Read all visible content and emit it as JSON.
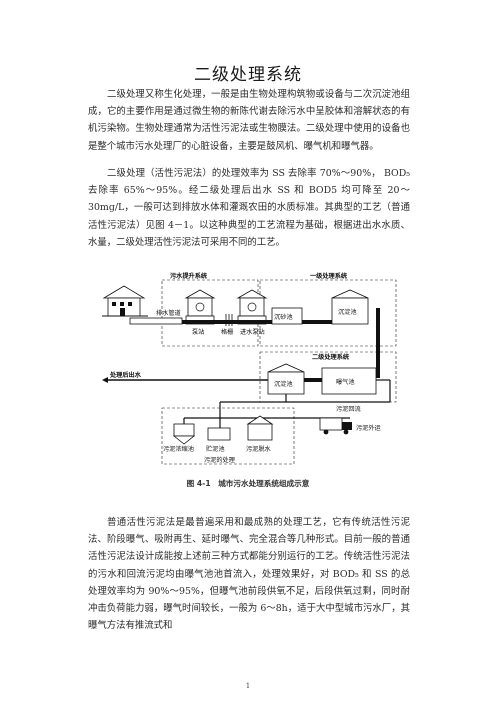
{
  "title": "二级处理系统",
  "paragraphs": [
    "二级处理又称生化处理，一般是由生物处理构筑物或设备与二次沉淀池组成，它的主要作用是通过微生物的新陈代谢去除污水中呈胶体和溶解状态的有机污染物。生物处理通常为活性污泥法或生物膜法。二级处理中使用的设备也是整个城市污水处理厂的心脏设备，主要是鼓风机、曝气机和曝气器。",
    "二级处理（活性污泥法）的处理效率为 SS 去除率 70%～90%， BOD₅ 去除率 65%～95%。经二级处理后出水 SS 和 BOD5 均可降至 20～30mg/L，一般可达到排放水体和灌溉农田的水质标准。其典型的工艺（普通活性污泥法）见图 4－1。以这种典型的工艺流程为基础，根据进出水水质、水量，二级处理活性污泥法可采用不同的工艺。",
    "普通活性污泥法是最普遍采用和最成熟的处理工艺，它有传统活性污泥法、阶段曝气、吸附再生、延时曝气、完全混合等几种形式。目前一般的普通活性污泥法设计成能按上述前三种方式都能分别运行的工艺。传统活性污泥法的污水和回流污泥均由曝气池池首流入，处理效果好，对 BOD₅ 和 SS 的总处理效率均为 90%～95%，但曝气池前段供氧不足，后段供氧过剩，同时耐冲击负荷能力弱，曝气时间较长，一般为 6～8h，适于大中型城市污水厂，其曝气方法有推流式和"
  ],
  "figure": {
    "caption": "图 4-1　城市污水处理系统组成示意",
    "labels": {
      "lift_system": "污水提升系统",
      "primary_system": "一级处理系统",
      "secondary_system": "二级处理系统",
      "sewer": "排水管道",
      "pump_station": "泵站",
      "grille": "格栅",
      "inflow_pump": "进水泵站",
      "grit_chamber": "沉砂池",
      "primary_clarifier": "沉淀池",
      "treated_effluent": "处理后出水",
      "secondary_clarifier": "沉淀池",
      "aeration_tank": "曝气池",
      "sludge_return": "污泥回流",
      "sludge_transport": "污泥外运",
      "sludge_thickener": "污泥浓缩池",
      "sludge_storage": "贮泥池",
      "sludge_dewatering": "污泥脱水",
      "sludge_treatment": "污泥的处理"
    }
  },
  "page_number": "1"
}
